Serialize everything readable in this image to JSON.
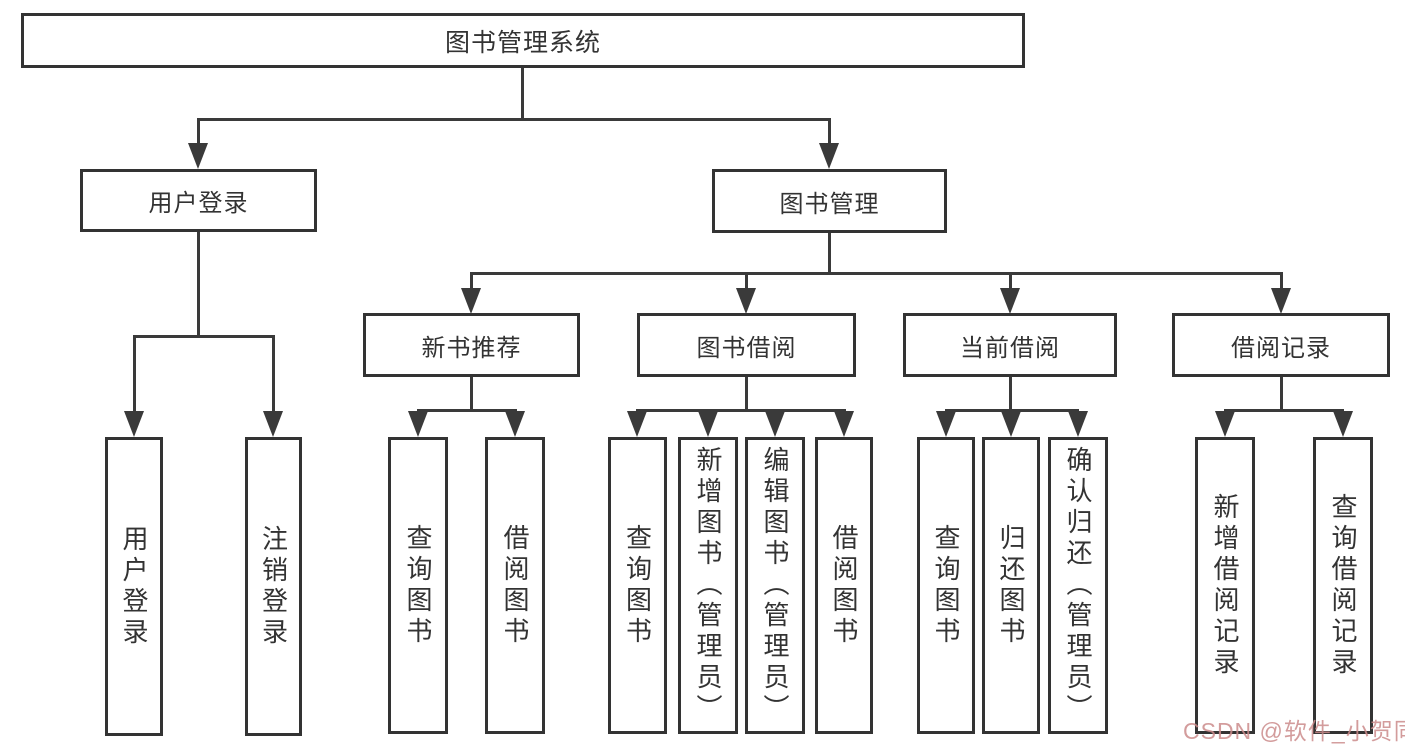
{
  "colors": {
    "line": "#3a3a3a",
    "box_border": "#333333",
    "text": "#333333",
    "background": "#ffffff",
    "watermark": "#cb8b8b"
  },
  "diagram": {
    "root": {
      "label": "图书管理系统"
    },
    "level2": [
      {
        "label": "用户登录"
      },
      {
        "label": "图书管理"
      }
    ],
    "level3": [
      {
        "label": "新书推荐"
      },
      {
        "label": "图书借阅"
      },
      {
        "label": "当前借阅"
      },
      {
        "label": "借阅记录"
      }
    ],
    "leaves": {
      "login": [
        {
          "label": "用户登录"
        },
        {
          "label": "注销登录"
        }
      ],
      "recommend": [
        {
          "label": "查询图书"
        },
        {
          "label": "借阅图书"
        }
      ],
      "borrow": [
        {
          "label": "查询图书"
        },
        {
          "label": "新增图书（管理员）"
        },
        {
          "label": "编辑图书（管理员）"
        },
        {
          "label": "借阅图书"
        }
      ],
      "current": [
        {
          "label": "查询图书"
        },
        {
          "label": "归还图书"
        },
        {
          "label": "确认归还（管理员）"
        }
      ],
      "records": [
        {
          "label": "新增借阅记录"
        },
        {
          "label": "查询借阅记录"
        }
      ]
    }
  },
  "watermark": {
    "text": "CSDN @软件_小贺同学"
  }
}
